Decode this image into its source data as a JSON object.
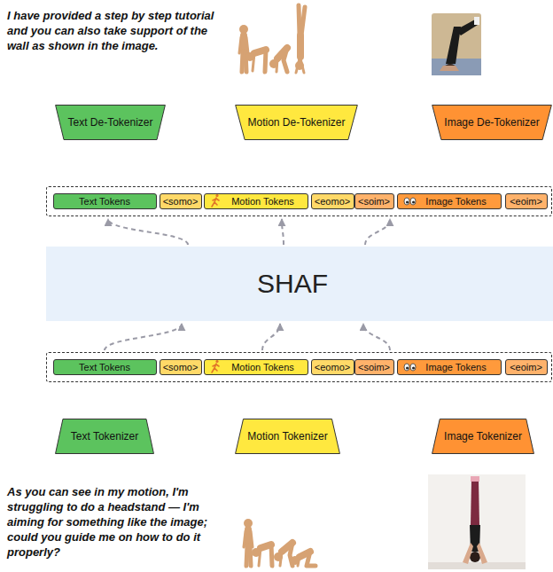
{
  "diagram": {
    "nodes": [
      {
        "text": [
          "Text De-Tokenizer"
        ]
      },
      {
        "text": [
          "Motion De-Tokenizer"
        ]
      },
      {
        "text": [
          "Image De-Tokenizer"
        ]
      },
      {
        "text": []
      },
      {
        "text": [
          "Text Tokens"
        ],
        "in": 3
      },
      {
        "text": [
          "<somo>"
        ],
        "in": 3
      },
      {
        "text": [
          "Motion Tokens"
        ],
        "in": 3
      },
      {
        "text": [
          "<eomo>"
        ],
        "in": 3
      },
      {
        "text": [
          "<soim>"
        ],
        "in": 3
      },
      {
        "text": [
          "Image Tokens"
        ],
        "in": 3
      },
      {
        "text": [
          "<eoim>"
        ],
        "in": 3
      },
      {
        "text": [
          "SHAF"
        ]
      },
      {
        "text": []
      },
      {
        "text": [
          "Text Tokens"
        ],
        "in": 12
      },
      {
        "text": [
          "<somo>"
        ],
        "in": 12
      },
      {
        "text": [
          "Motion Tokens"
        ],
        "in": 12
      },
      {
        "text": [
          "<eomo>"
        ],
        "in": 12
      },
      {
        "text": [
          "<soim>"
        ],
        "in": 12
      },
      {
        "text": [
          "Image Tokens"
        ],
        "in": 12
      },
      {
        "text": [
          "<eoim>"
        ],
        "in": 12
      },
      {
        "text": [
          "Text Tokenizer"
        ]
      },
      {
        "text": [
          "Motion Tokenizer"
        ]
      },
      {
        "text": [
          "Image Tokenizer"
        ]
      }
    ],
    "edges": [
      {
        "from": 11,
        "to": 3,
        "arrow": "to"
      },
      {
        "from": 11,
        "to": 3,
        "arrow": "to"
      },
      {
        "from": 11,
        "to": 3,
        "arrow": "to"
      },
      {
        "from": 12,
        "to": 11,
        "arrow": "to"
      },
      {
        "from": 12,
        "to": 11,
        "arrow": "to"
      },
      {
        "from": 12,
        "to": 11,
        "arrow": "to"
      }
    ],
    "labels": [
      "I have provided a step by step tutorial and you can also take support of the wall as shown in the image.",
      "As you can see in my motion, I'm struggling to do a headstand — I'm aiming for something like the image; could you guide me on how to do it properly?"
    ]
  }
}
